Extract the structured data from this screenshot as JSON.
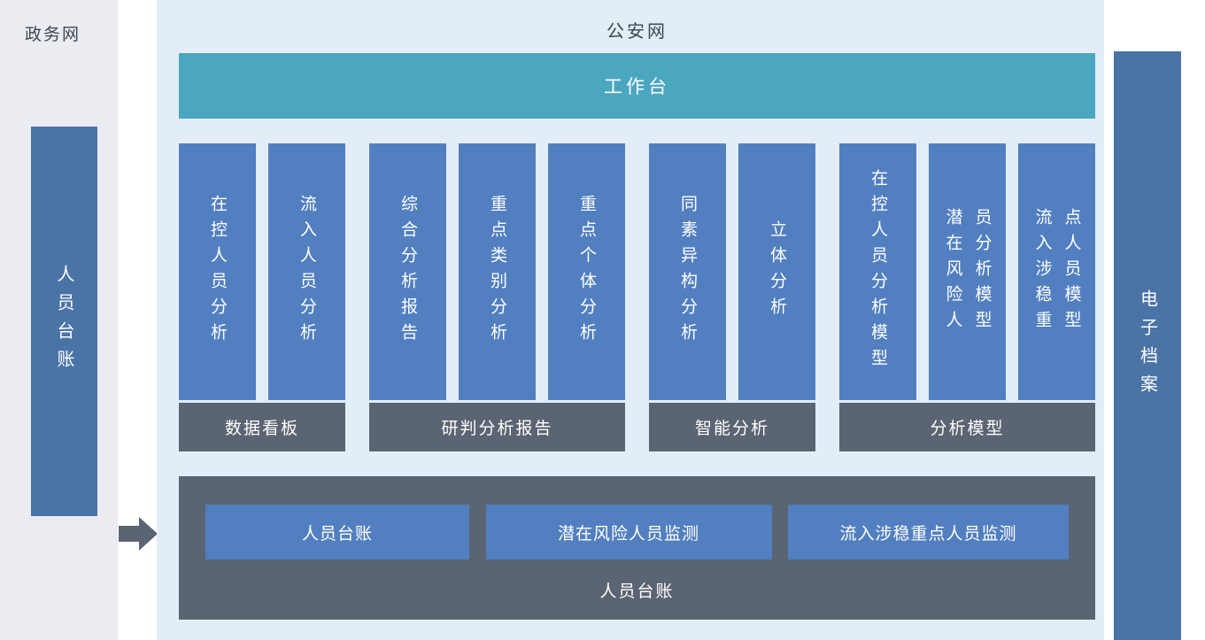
{
  "colors": {
    "left_panel_bg": "#ebecf2",
    "main_panel_bg": "#e3edf7",
    "workbench": "#4ba6c0",
    "module_bar": "#527fc0",
    "group_label_bg": "#5b6472",
    "side_bar": "#4a73a6",
    "arrow": "#5b6472",
    "title_text": "#3d4754"
  },
  "left_panel": {
    "title": "政务网",
    "bar_label": "人员台账"
  },
  "main": {
    "title": "公安网",
    "workbench_label": "工作台",
    "groups": [
      {
        "label": "数据看板",
        "items": [
          "在控人员分析",
          "流入人员分析"
        ]
      },
      {
        "label": "研判分析报告",
        "items": [
          "综合分析报告",
          "重点类别分析",
          "重点个体分析"
        ]
      },
      {
        "label": "智能分析",
        "items": [
          "同素异构分析",
          "立体分析"
        ]
      },
      {
        "label": "分析模型",
        "items": [
          "在控人员分析模型",
          "潜在风险人员分析模型",
          "流入涉稳重点人员模型"
        ]
      }
    ],
    "bottom_panel": {
      "label": "人员台账",
      "buttons": [
        "人员台账",
        "潜在风险人员监测",
        "流入涉稳重点人员监测"
      ]
    }
  },
  "right_bar": {
    "label": "电子档案"
  }
}
